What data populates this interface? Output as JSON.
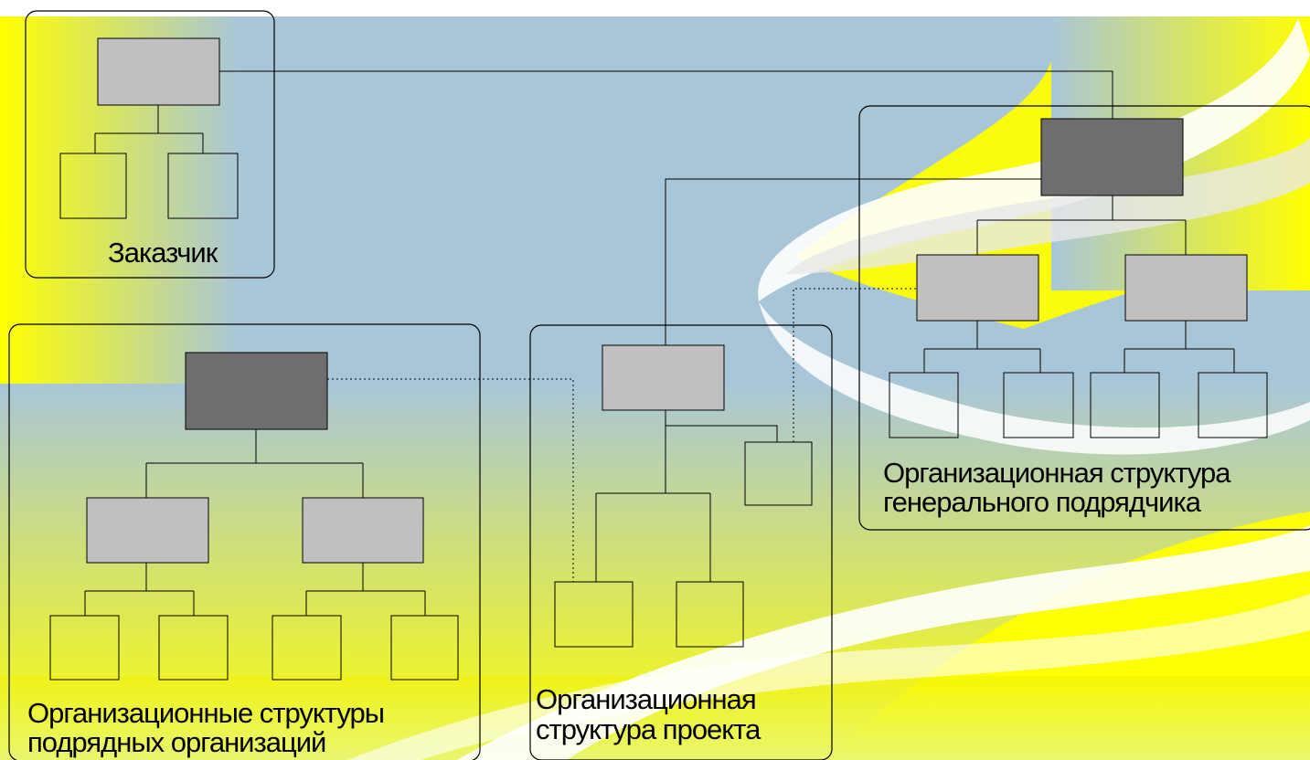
{
  "groups": {
    "customer": {
      "caption": "Заказчик"
    },
    "general_contractor": {
      "caption_line1": "Организационная структура",
      "caption_line2": "генерального подрядчика"
    },
    "subcontractors": {
      "caption_line1": "Организационные структуры",
      "caption_line2": "подрядных организаций"
    },
    "project": {
      "caption_line1": "Организационная",
      "caption_line2": "структура проекта"
    }
  },
  "colors": {
    "sky": "#a9c6d8",
    "yellow": "#ffff00",
    "box_dark": "#6e6e6e",
    "box_light": "#c0c0c0",
    "swoosh": "#ffffff"
  }
}
